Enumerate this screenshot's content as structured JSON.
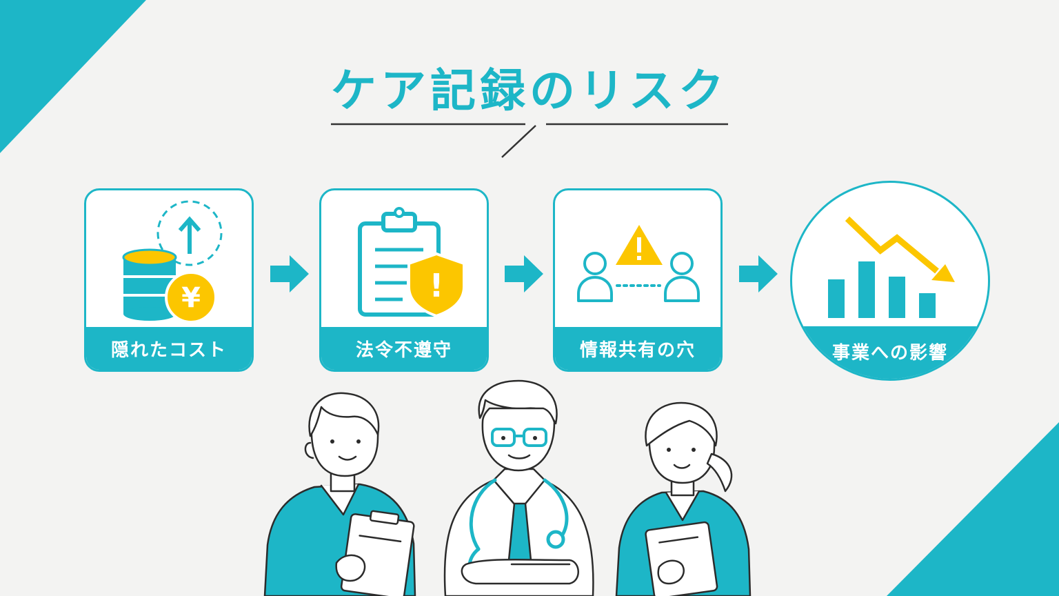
{
  "title": "ケア記録のリスク",
  "colors": {
    "accent": "#1db6c7",
    "warning": "#fcc600",
    "line": "#333333",
    "background": "#f3f3f2"
  },
  "steps": [
    {
      "label": "隠れたコスト",
      "icon": "coins-yen-icon"
    },
    {
      "label": "法令不遵守",
      "icon": "clipboard-shield-icon"
    },
    {
      "label": "情報共有の穴",
      "icon": "people-warning-icon"
    },
    {
      "label": "事業への影響",
      "icon": "declining-chart-icon"
    }
  ],
  "icon_glyphs": {
    "yen": "¥",
    "exclamation": "!"
  }
}
